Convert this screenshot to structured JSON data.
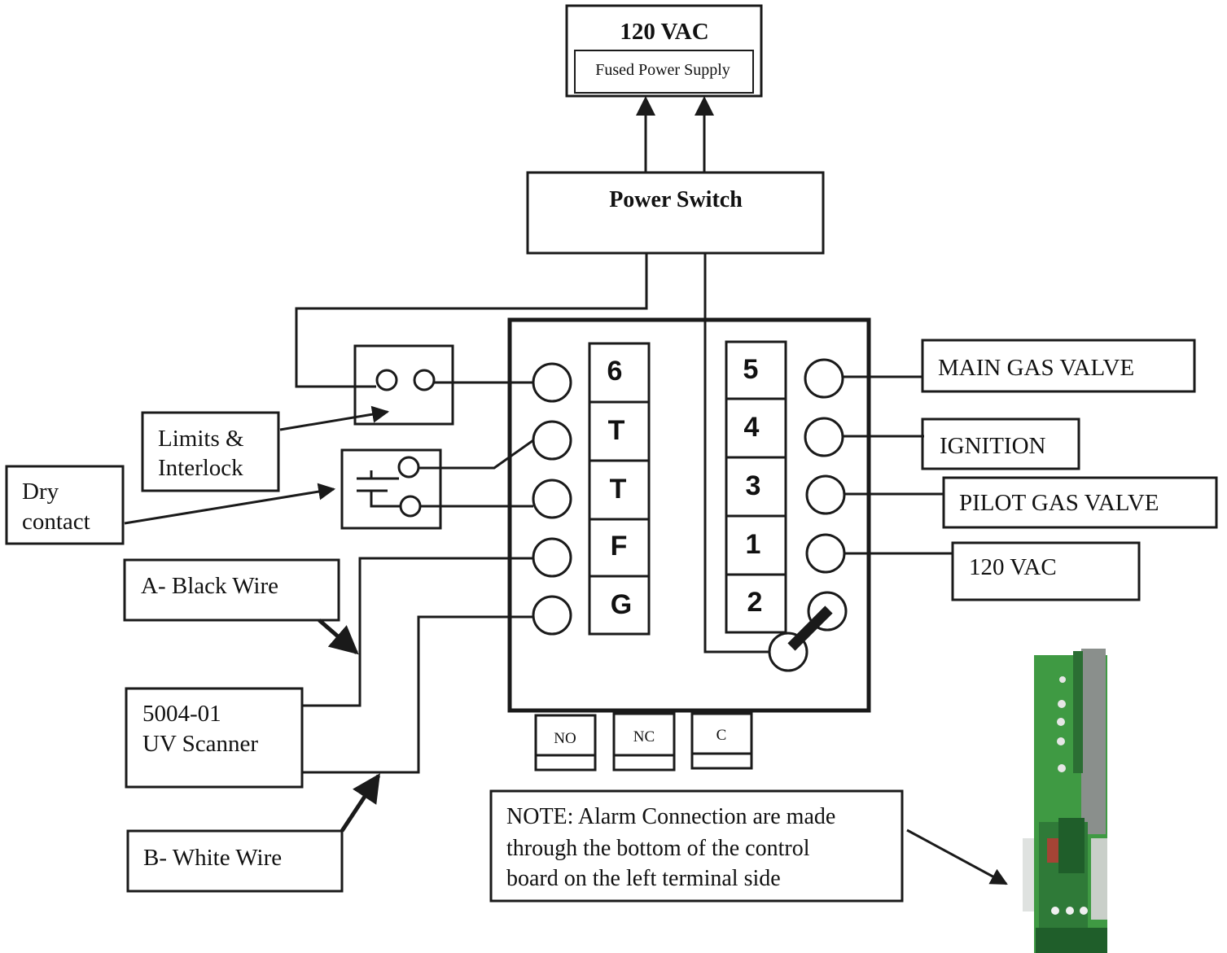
{
  "power_supply": {
    "voltage": "120 VAC",
    "label": "Fused Power Supply"
  },
  "power_switch": {
    "label": "Power Switch"
  },
  "left_terminals": [
    "6",
    "T",
    "T",
    "F",
    "G"
  ],
  "right_terminals": [
    "5",
    "4",
    "3",
    "1",
    "2"
  ],
  "outputs": {
    "main_gas_valve": "MAIN GAS VALVE",
    "ignition": "IGNITION",
    "pilot_gas_valve": "PILOT GAS VALVE",
    "supply_120vac": "120 VAC"
  },
  "limits_interlock": {
    "line1": "Limits &",
    "line2": "Interlock"
  },
  "dry_contact": {
    "line1": "Dry",
    "line2": "contact"
  },
  "black_wire": "A- Black Wire",
  "white_wire": "B- White Wire",
  "uv_scanner": {
    "line1": "5004-01",
    "line2": "UV Scanner"
  },
  "alarm_terminals": [
    "NO",
    "NC",
    "C"
  ],
  "note": {
    "line1": "NOTE: Alarm Connection are made",
    "line2": "through the bottom of the control",
    "line3": "board on the left terminal side"
  },
  "colors": {
    "line": "#1a1a1a",
    "board_green": "#3f9a43",
    "board_dark": "#1f5e2a",
    "board_gray": "#8a8f8c"
  },
  "icons": [
    "arrow-icon",
    "terminal-screw-icon",
    "contact-icon"
  ]
}
